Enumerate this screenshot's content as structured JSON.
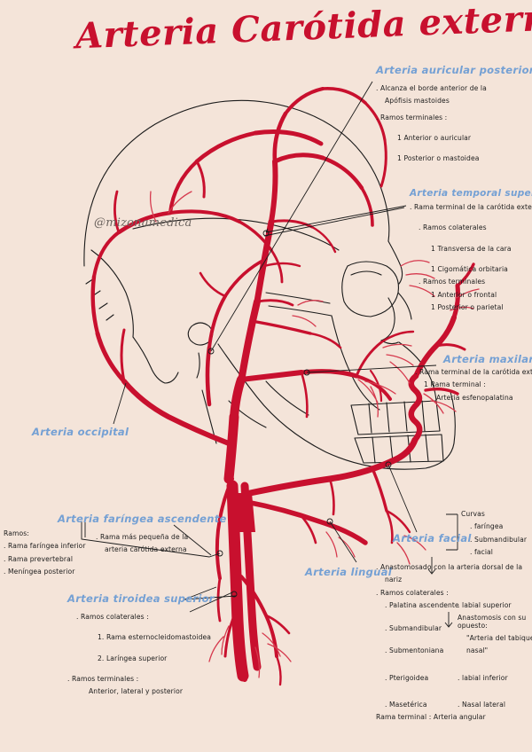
{
  "page": {
    "title": "Arteria Carótida externa",
    "watermark": "@mizonamedica",
    "bg_color": "#f4e4d9",
    "artery_color": "#c8102e",
    "bone_color": "#1b1b1b",
    "heading_color": "#74a0d4",
    "text_color": "#1b1b1b"
  },
  "labels": {
    "occipital": "Arteria occipital",
    "lingual": "Arteria lingual"
  },
  "blocks": {
    "auricular_posterior": {
      "heading": "Arteria auricular posterior",
      "lines": [
        ". Alcanza el borde anterior de la",
        "Apófisis mastoides",
        ". Ramos terminales :",
        "1 Anterior o auricular",
        "1 Posterior o mastoidea"
      ]
    },
    "temporal_superficial": {
      "heading": "Arteria temporal superficial",
      "lines": [
        ". Rama terminal de la carótida externa",
        ". Ramos colaterales",
        "1 Transversa de la cara",
        "1 Cigomática orbitaria",
        ". Ramos terminales",
        "1 Anterior o frontal",
        "1 Posterior o parietal"
      ]
    },
    "maxilar": {
      "heading": "Arteria maxilar",
      "lines": [
        ". Rama terminal de la carótida externa",
        "1 Rama terminal :",
        "Arteria esfenopalatina"
      ]
    },
    "faringea_ascendente": {
      "heading": "Arteria faríngea ascendente",
      "right_lines": [
        ". Rama más pequeña de la",
        "arteria carótida externa"
      ],
      "left_title": "Ramos:",
      "left_lines": [
        ". Rama faríngea inferior",
        ". Rama prevertebral",
        ". Meníngea posterior"
      ]
    },
    "tiroidea_superior": {
      "heading": "Arteria tiroidea superior",
      "lines": [
        ". Ramos colaterales :",
        "1. Rama esternocleidomastoidea",
        "2. Laríngea superior",
        ". Ramos terminales :",
        "Anterior, lateral y posterior"
      ]
    },
    "facial": {
      "heading": "Arteria facial",
      "curves_title": "Curvas",
      "curves": [
        ". faríngea",
        ". Submandibular",
        ". facial"
      ],
      "intro": [
        ". Anastomosado con la arteria dorsal de la",
        "nariz"
      ],
      "branches_title": ". Ramos colaterales :",
      "col_left": [
        ". Palatina ascendente",
        ". Submandibular",
        ". Submentoniana",
        ". Pterigoidea",
        ". Masetérica"
      ],
      "col_right": [
        ". labial superior",
        ". labial inferior",
        ". Nasal lateral"
      ],
      "anastomosis": [
        "Anastomosis con su",
        "opuesto:",
        "\"Arteria del tabique",
        "nasal\""
      ],
      "terminal": "Rama terminal : Arteria angular"
    }
  }
}
